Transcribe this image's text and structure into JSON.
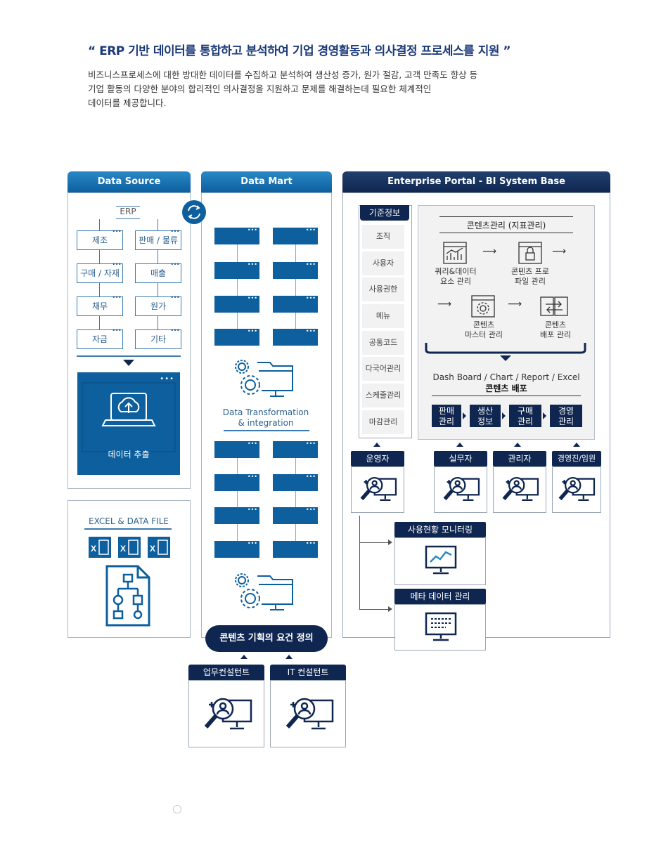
{
  "headline": "“ ERP 기반 데이터를 통합하고 분석하여 기업 경영활동과 의사결정 프로세스를 지원 ”",
  "intro": [
    "비즈니스프로세스에 대한 방대한 데이터를 수집하고 분석하여 생산성 증가, 원가 절감, 고객 만족도 향상 등",
    "기업 활동의 다양한 분야의 합리적인 의사결정을 지원하고 문제를 해결하는데 필요한 체계적인",
    "데이터를 제공합니다."
  ],
  "data_source": {
    "title": "Data Source",
    "erp_label": "ERP",
    "modules": [
      "제조",
      "판매 / 물류",
      "구매 / 자재",
      "매출",
      "채무",
      "원가",
      "자금",
      "기타"
    ],
    "extract_label": "데이터 추출",
    "excel_label": "EXCEL & DATA FILE"
  },
  "data_mart": {
    "title": "Data Mart",
    "transform_label_1": "Data Transformation",
    "transform_label_2": "& integration",
    "requirements_label": "콘텐츠 기획의 요건 정의"
  },
  "consultants": [
    "업무컨설턴트",
    "IT 컨설턴트"
  ],
  "portal": {
    "title": "Enterprise Portal - BI System Base",
    "std_title": "기준정보",
    "std_items": [
      "조직",
      "사용자",
      "사용권한",
      "메뉴",
      "공통코드",
      "다국어관리",
      "스케줄관리",
      "마감관리"
    ],
    "content_title": "콘텐츠관리 (지표관리)",
    "step_query": [
      "쿼리&데이터",
      "요소 관리"
    ],
    "step_profile": [
      "콘텐츠 프로",
      "파일 관리"
    ],
    "step_master": [
      "콘텐츠",
      "마스터 관리"
    ],
    "step_deploy": [
      "콘텐츠",
      "배포 관리"
    ],
    "dashboard_line": "Dash Board / Chart / Report / Excel",
    "dashboard_title": "콘텐츠 배포",
    "dist_items": [
      [
        "판매",
        "관리"
      ],
      [
        "생산",
        "정보"
      ],
      [
        "구매",
        "관리"
      ],
      [
        "경영",
        "관리"
      ]
    ],
    "roles": [
      "운영자",
      "실무자",
      "관리자",
      "경영진/임원"
    ],
    "monitoring_label": "사용현황 모니터링",
    "meta_label": "메타 데이터 관리"
  },
  "colors": {
    "navy": "#0f2650",
    "blue": "#0d5f9e",
    "light_blue": "#2a88c6",
    "gray_panel": "#f2f2f2"
  }
}
